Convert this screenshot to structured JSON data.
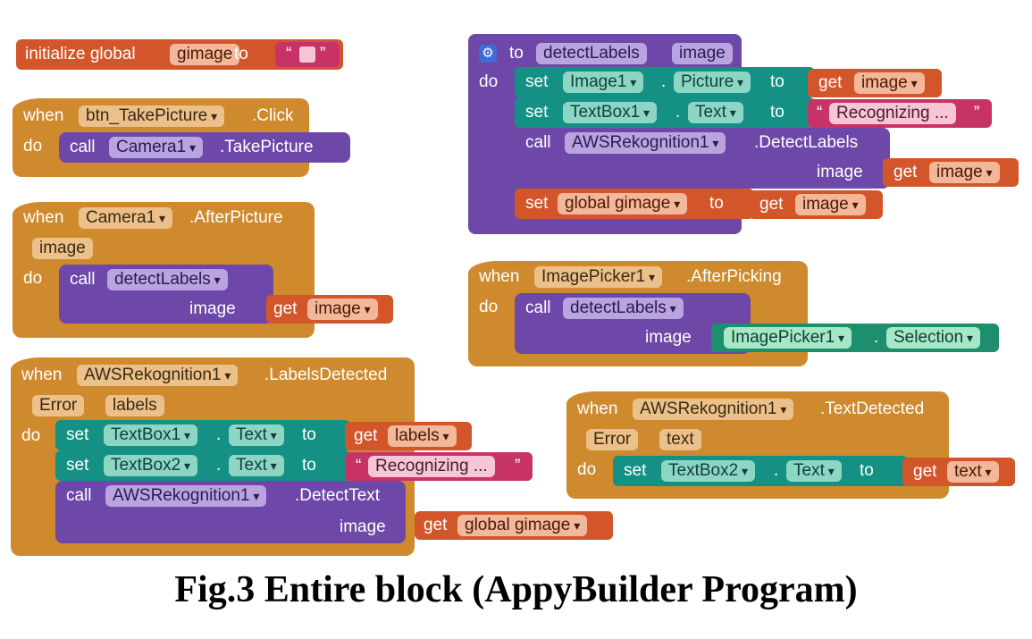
{
  "caption": "Fig.3 Entire block (AppyBuilder Program)",
  "blocks": {
    "init": {
      "kw": "initialize global",
      "name": "gimage",
      "to": "to",
      "q1": "“",
      "q2": "”"
    },
    "take": {
      "when": "when",
      "comp": "btn_TakePicture",
      "event": ".Click",
      "do": "do",
      "call": "call",
      "target": "Camera1",
      "method": ".TakePicture"
    },
    "after": {
      "when": "when",
      "comp": "Camera1",
      "event": ".AfterPicture",
      "param": "image",
      "do": "do",
      "call": "call",
      "proc": "detectLabels",
      "arg": "image",
      "get": "get",
      "getvar": "image"
    },
    "labels": {
      "when": "when",
      "comp": "AWSRekognition1",
      "event": ".LabelsDetected",
      "p1": "Error",
      "p2": "labels",
      "do": "do",
      "set": "set",
      "tb1": "TextBox1",
      "dot": ".",
      "prop": "Text",
      "to": "to",
      "get": "get",
      "getvar": "labels",
      "tb2": "TextBox2",
      "q1": "“",
      "str": "Recognizing ...",
      "q2": "”",
      "call": "call",
      "svc": "AWSRekognition1",
      "method": ".DetectText",
      "arg": "image",
      "gv": "global gimage"
    },
    "detect": {
      "to": "to",
      "name": "detectLabels",
      "param": "image",
      "do": "do",
      "set": "set",
      "img": "Image1",
      "dot": ".",
      "pic": "Picture",
      "to2": "to",
      "get": "get",
      "getvar": "image",
      "tb": "TextBox1",
      "text": "Text",
      "q1": "“",
      "str": "Recognizing ...",
      "q2": "”",
      "call": "call",
      "svc": "AWSRekognition1",
      "method": ".DetectLabels",
      "arg": "image",
      "gset": "global gimage"
    },
    "picker": {
      "when": "when",
      "comp": "ImagePicker1",
      "event": ".AfterPicking",
      "do": "do",
      "call": "call",
      "proc": "detectLabels",
      "arg": "image",
      "sel": "ImagePicker1",
      "dot": ".",
      "prop": "Selection"
    },
    "textdet": {
      "when": "when",
      "comp": "AWSRekognition1",
      "event": ".TextDetected",
      "p1": "Error",
      "p2": "text",
      "do": "do",
      "set": "set",
      "tb": "TextBox2",
      "dot": ".",
      "prop": "Text",
      "to": "to",
      "get": "get",
      "getvar": "text"
    }
  },
  "colors": {
    "event": "#cf8a2e",
    "procedure": "#6e48a8",
    "setter": "#149184",
    "variable": "#d2562a",
    "string": "#c73366",
    "component": "#1e8f6e",
    "gear": "#3f6ad8"
  }
}
